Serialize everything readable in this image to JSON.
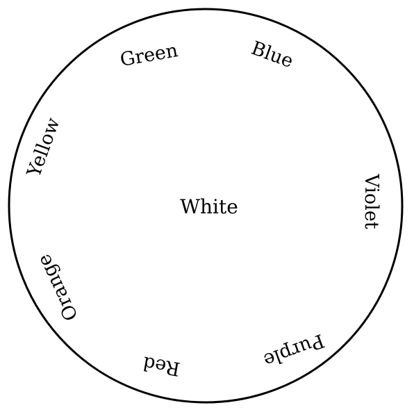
{
  "diagram": {
    "center_label": "White",
    "ring_labels": [
      {
        "key": "green",
        "text": "Green"
      },
      {
        "key": "blue",
        "text": "Blue"
      },
      {
        "key": "violet",
        "text": "Violet"
      },
      {
        "key": "purple",
        "text": "Purple"
      },
      {
        "key": "red",
        "text": "Red"
      },
      {
        "key": "orange",
        "text": "Orange"
      },
      {
        "key": "yellow",
        "text": "Yellow"
      }
    ],
    "stroke_color": "#000000",
    "background_color": "#ffffff"
  }
}
